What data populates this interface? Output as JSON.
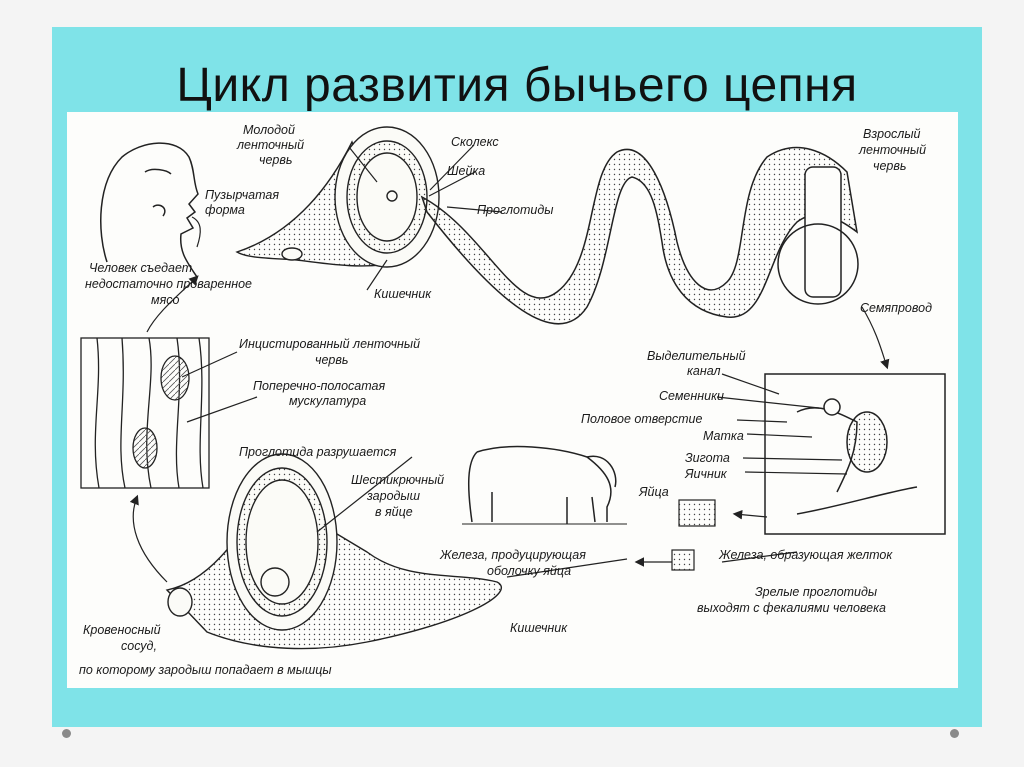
{
  "title": "Цикл развития бычьего цепня",
  "labels": {
    "young_worm_1": "Молодой",
    "young_worm_2": "ленточный",
    "young_worm_3": "червь",
    "scolex": "Сколекс",
    "neck": "Шейка",
    "proglottids": "Проглотиды",
    "adult_1": "Взрослый",
    "adult_2": "ленточный",
    "adult_3": "червь",
    "bladder_1": "Пузырчатая",
    "bladder_2": "форма",
    "intestine_top": "Кишечник",
    "human_eats_1": "Человек съедает",
    "human_eats_2": "недостаточно проваренное",
    "human_eats_3": "мясо",
    "sperm_duct": "Семяпровод",
    "encysted_1": "Инцистированный ленточный",
    "encysted_2": "червь",
    "striated_1": "Поперечно-полосатая",
    "striated_2": "мускулатура",
    "excretory_1": "Выделительный",
    "excretory_2": "канал",
    "testes": "Семенники",
    "genital_opening": "Половое отверстие",
    "uterus": "Матка",
    "zygote": "Зигота",
    "ovary": "Яичник",
    "proglottid_breaks": "Проглотида разрушается",
    "hexacanth_1": "Шестикрючный",
    "hexacanth_2": "зародыш",
    "hexacanth_3": "в яйце",
    "eggs": "Яйца",
    "shell_gland_1": "Железа, продуцирующая",
    "shell_gland_2": "оболочку яйца",
    "yolk_gland": "Железа, образующая желток",
    "mature_1": "Зрелые проглотиды",
    "mature_2": "выходят с фекалиями человека",
    "intestine_bottom": "Кишечник",
    "vessel_1": "Кровеносный",
    "vessel_2": "сосуд,",
    "vessel_3": "по которому зародыш попадает в мышцы"
  }
}
